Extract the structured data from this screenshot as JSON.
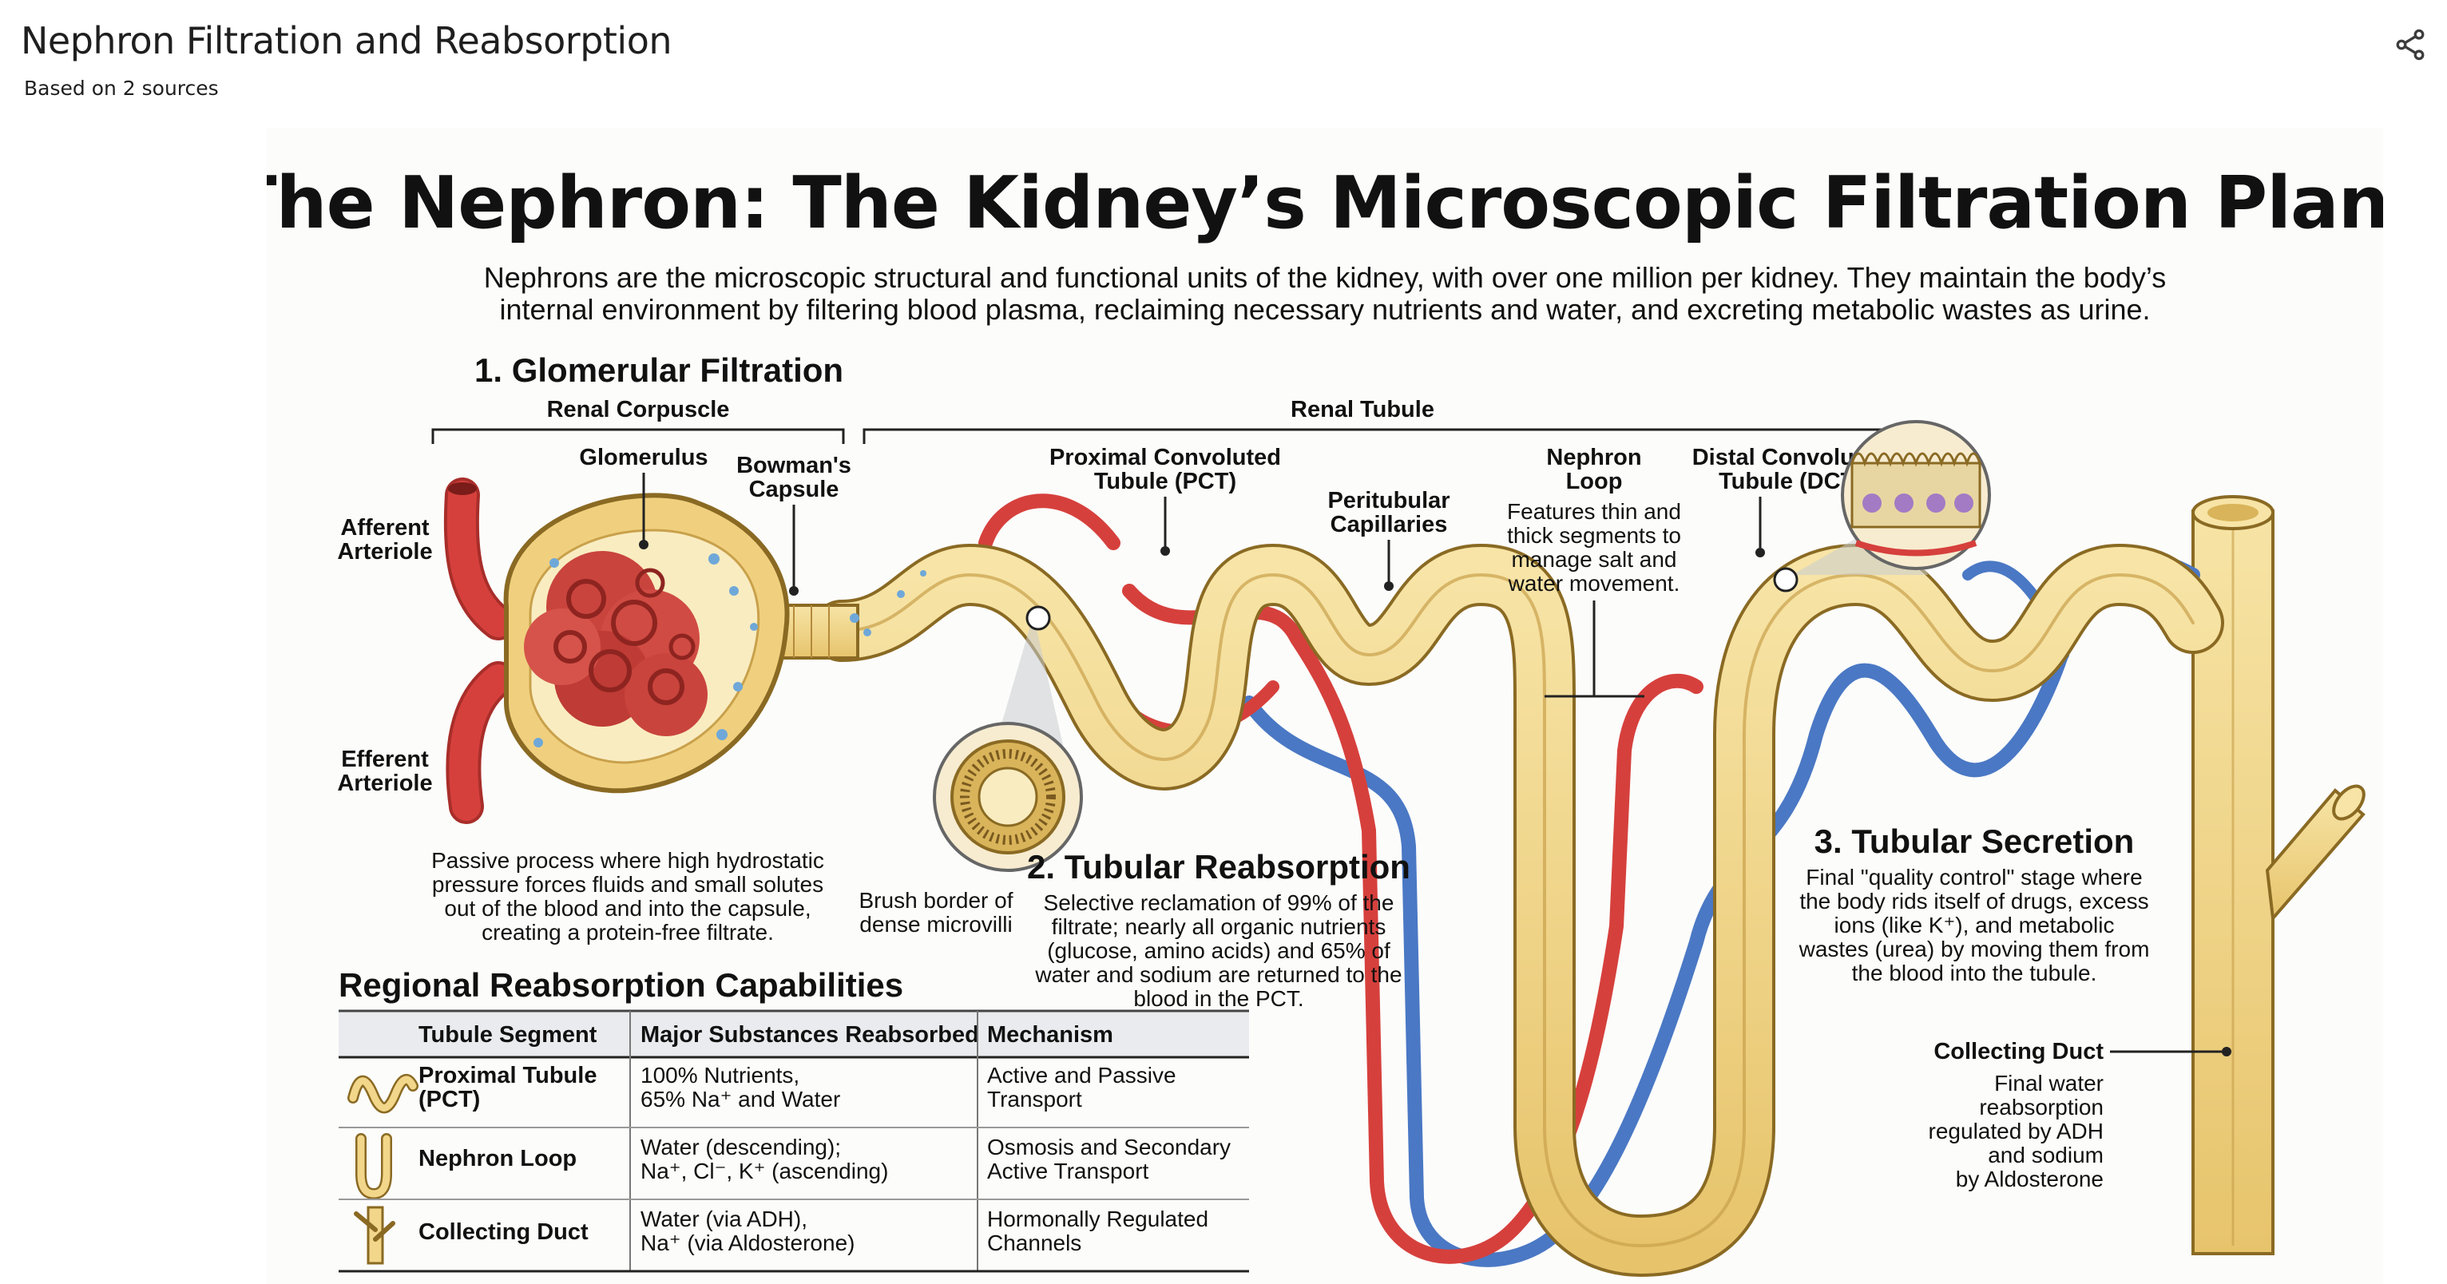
{
  "header": {
    "title": "Nephron Filtration and Reabsorption",
    "subtitle": "Based on 2 sources",
    "share_icon": "share-icon"
  },
  "infographic": {
    "title": "The Nephron: The Kidney’s Microscopic Filtration Plant",
    "intro_line1": "Nephrons are the microscopic structural and functional units of the kidney, with over one million per kidney. They maintain the body’s",
    "intro_line2": "internal environment by filtering blood plasma, reclaiming necessary nutrients and water, and excreting metabolic wastes as urine.",
    "section1": {
      "title": "1. Glomerular Filtration",
      "renal_corpuscle": "Renal Corpuscle",
      "glomerulus": "Glomerulus",
      "bowmans_line1": "Bowman's",
      "bowmans_line2": "Capsule",
      "afferent_line1": "Afferent",
      "afferent_line2": "Arteriole",
      "efferent_line1": "Efferent",
      "efferent_line2": "Arteriole",
      "desc_line1": "Passive process where high hydrostatic",
      "desc_line2": "pressure forces fluids and small solutes",
      "desc_line3": "out of the blood and into the capsule,",
      "desc_line4": "creating a protein-free filtrate."
    },
    "renal_tubule": "Renal Tubule",
    "pct_line1": "Proximal Convoluted",
    "pct_line2": "Tubule (PCT)",
    "peritubular_line1": "Peritubular",
    "peritubular_line2": "Capillaries",
    "loop": {
      "title_line1": "Nephron",
      "title_line2": "Loop",
      "desc_line1": "Features thin and",
      "desc_line2": "thick segments to",
      "desc_line3": "manage salt and",
      "desc_line4": "water movement."
    },
    "dct_line1": "Distal Convoluted",
    "dct_line2": "Tubule (DCT)",
    "brush_line1": "Brush border of",
    "brush_line2": "dense microvilli",
    "section2": {
      "title": "2. Tubular Reabsorption",
      "desc_line1": "Selective reclamation of 99% of the",
      "desc_line2": "filtrate; nearly all organic nutrients",
      "desc_line3": "(glucose, amino acids) and 65% of",
      "desc_line4": "water and sodium are returned to the",
      "desc_line5": "blood in the PCT."
    },
    "section3": {
      "title": "3. Tubular Secretion",
      "desc_line1": "Final \"quality control\" stage where",
      "desc_line2": "the body rids itself of drugs, excess",
      "desc_line3": "ions (like K⁺), and metabolic",
      "desc_line4": "wastes (urea) by moving them from",
      "desc_line5": "the blood into the tubule."
    },
    "collecting_duct": {
      "title": "Collecting Duct",
      "desc_line1": "Final water",
      "desc_line2": "reabsorption",
      "desc_line3": "regulated by ADH",
      "desc_line4": "and sodium",
      "desc_line5": "by Aldosterone"
    },
    "table": {
      "title": "Regional Reabsorption Capabilities",
      "headers": [
        "Tubule Segment",
        "Major Substances Reabsorbed",
        "Mechanism"
      ],
      "rows": [
        {
          "segment_line1": "Proximal Tubule",
          "segment_line2": "(PCT)",
          "substances_line1": "100% Nutrients,",
          "substances_line2": "65% Na⁺ and Water",
          "mechanism_line1": "Active and Passive",
          "mechanism_line2": "Transport",
          "icon": "pct-tubule-icon"
        },
        {
          "segment_line1": "Nephron Loop",
          "segment_line2": "",
          "substances_line1": "Water (descending);",
          "substances_line2": "Na⁺, Cl⁻, K⁺ (ascending)",
          "mechanism_line1": "Osmosis and Secondary",
          "mechanism_line2": "Active Transport",
          "icon": "nephron-loop-icon"
        },
        {
          "segment_line1": "Collecting Duct",
          "segment_line2": "",
          "substances_line1": "Water (via ADH),",
          "substances_line2": "Na⁺ (via Aldosterone)",
          "mechanism_line1": "Hormonally Regulated",
          "mechanism_line2": "Channels",
          "icon": "collecting-duct-icon"
        }
      ]
    }
  },
  "colors": {
    "tubule": "#f2d68a",
    "tubule_outline": "#8a6a23",
    "artery": "#d6403c",
    "vein": "#4a78c4",
    "table_header_bg": "#e9ebee"
  }
}
